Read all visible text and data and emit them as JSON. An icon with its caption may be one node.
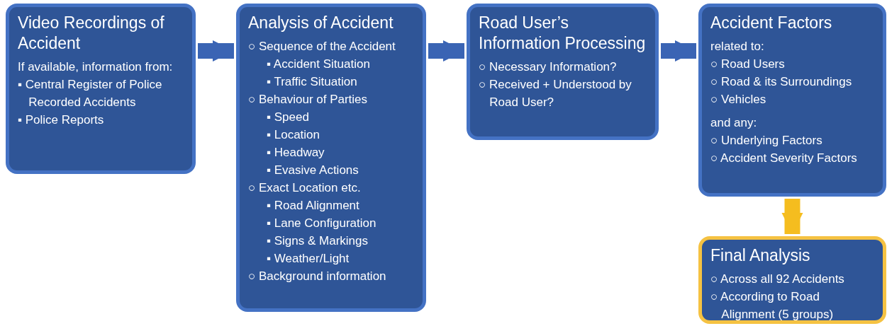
{
  "diagram": {
    "nodes": [
      {
        "text": [
          "Video Recordings of Accident",
          "If available, information from:",
          "▪ Central Register of Police Recorded Accidents",
          "▪ Police Reports"
        ]
      },
      {
        "text": [
          "Analysis of Accident",
          "○ Sequence of the Accident",
          "▪ Accident Situation",
          "▪ Traffic Situation",
          "○ Behaviour of Parties",
          "▪ Speed",
          "▪ Location",
          "▪ Headway",
          "▪ Evasive Actions",
          "○ Exact Location etc.",
          "▪ Road Alignment",
          "▪ Lane Configuration",
          "▪ Signs & Markings",
          "▪ Weather/Light",
          "○ Background information"
        ]
      },
      {
        "text": [
          "Road User’s Information Processing",
          "○ Necessary Information?",
          "○ Received + Understood by Road User?"
        ]
      },
      {
        "text": [
          "Accident Factors",
          "related to:",
          "○ Road Users",
          "○ Road & its Surroundings",
          "○ Vehicles",
          "and any:",
          "○ Underlying Factors",
          "○ Accident Severity Factors"
        ]
      },
      {
        "text": [
          "Final Analysis",
          "○ Across all 92 Accidents",
          "○ According to Road Alignment (5 groups)"
        ]
      }
    ],
    "edges": [
      {
        "from": 0,
        "to": 1,
        "arrow": "to"
      },
      {
        "from": 1,
        "to": 2,
        "arrow": "to"
      },
      {
        "from": 2,
        "to": 3,
        "arrow": "to"
      },
      {
        "from": 3,
        "to": 4,
        "arrow": "to",
        "color": "#f5bd1f"
      }
    ]
  }
}
